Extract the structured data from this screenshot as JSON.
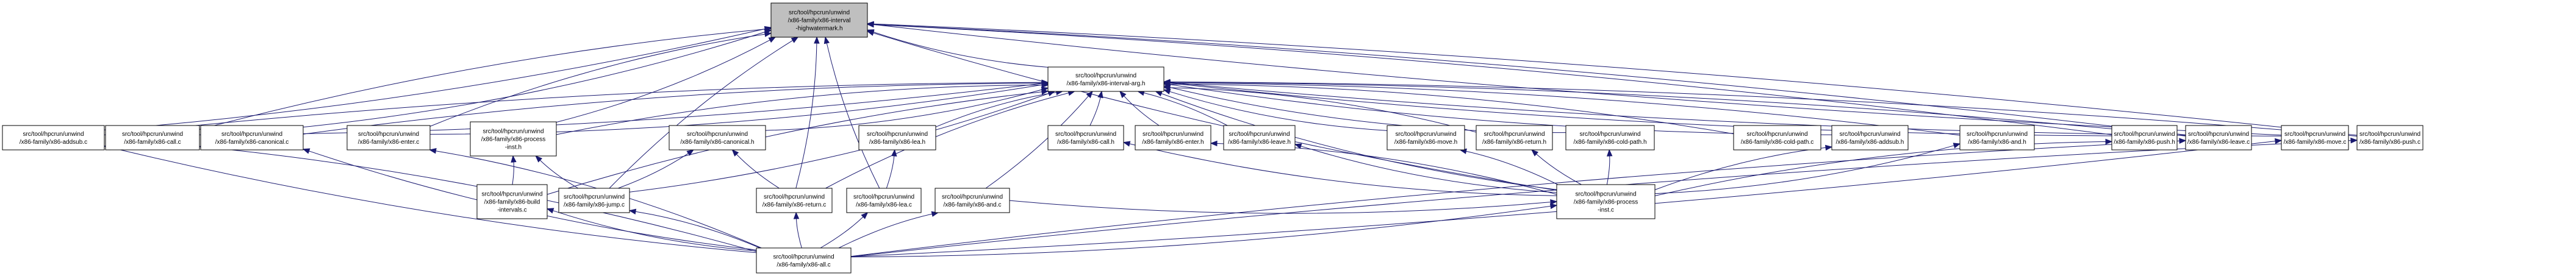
{
  "graph": {
    "title": "x86-interval-highwatermark.h include dependency graph",
    "edge_color": "#191970",
    "root_fill": "#bfbfbf",
    "node_fill": "#ffffff",
    "nodes": [
      {
        "id": "hwm_h",
        "lines": [
          "src/tool/hpcrun/unwind",
          "/x86-family/x86-interval",
          "-highwatermark.h"
        ],
        "root": true
      },
      {
        "id": "arg_h",
        "lines": [
          "src/tool/hpcrun/unwind",
          "/x86-family/x86-interval-arg.h"
        ]
      },
      {
        "id": "addsub_c",
        "lines": [
          "src/tool/hpcrun/unwind",
          "/x86-family/x86-addsub.c"
        ]
      },
      {
        "id": "call_c",
        "lines": [
          "src/tool/hpcrun/unwind",
          "/x86-family/x86-call.c"
        ]
      },
      {
        "id": "canonical_c",
        "lines": [
          "src/tool/hpcrun/unwind",
          "/x86-family/x86-canonical.c"
        ]
      },
      {
        "id": "enter_c",
        "lines": [
          "src/tool/hpcrun/unwind",
          "/x86-family/x86-enter.c"
        ]
      },
      {
        "id": "process_inst_h",
        "lines": [
          "src/tool/hpcrun/unwind",
          "/x86-family/x86-process",
          "-inst.h"
        ]
      },
      {
        "id": "canonical_h",
        "lines": [
          "src/tool/hpcrun/unwind",
          "/x86-family/x86-canonical.h"
        ]
      },
      {
        "id": "lea_h",
        "lines": [
          "src/tool/hpcrun/unwind",
          "/x86-family/x86-lea.h"
        ]
      },
      {
        "id": "call_h",
        "lines": [
          "src/tool/hpcrun/unwind",
          "/x86-family/x86-call.h"
        ]
      },
      {
        "id": "enter_h",
        "lines": [
          "src/tool/hpcrun/unwind",
          "/x86-family/x86-enter.h"
        ]
      },
      {
        "id": "leave_h",
        "lines": [
          "src/tool/hpcrun/unwind",
          "/x86-family/x86-leave.h"
        ]
      },
      {
        "id": "move_h",
        "lines": [
          "src/tool/hpcrun/unwind",
          "/x86-family/x86-move.h"
        ]
      },
      {
        "id": "return_h",
        "lines": [
          "src/tool/hpcrun/unwind",
          "/x86-family/x86-return.h"
        ]
      },
      {
        "id": "cold_path_h",
        "lines": [
          "src/tool/hpcrun/unwind",
          "/x86-family/x86-cold-path.h"
        ]
      },
      {
        "id": "cold_path_c",
        "lines": [
          "src/tool/hpcrun/unwind",
          "/x86-family/x86-cold-path.c"
        ]
      },
      {
        "id": "addsub_h",
        "lines": [
          "src/tool/hpcrun/unwind",
          "/x86-family/x86-addsub.h"
        ]
      },
      {
        "id": "and_h",
        "lines": [
          "src/tool/hpcrun/unwind",
          "/x86-family/x86-and.h"
        ]
      },
      {
        "id": "push_h",
        "lines": [
          "src/tool/hpcrun/unwind",
          "/x86-family/x86-push.h"
        ]
      },
      {
        "id": "leave_c",
        "lines": [
          "src/tool/hpcrun/unwind",
          "/x86-family/x86-leave.c"
        ]
      },
      {
        "id": "move_c",
        "lines": [
          "src/tool/hpcrun/unwind",
          "/x86-family/x86-move.c"
        ]
      },
      {
        "id": "push_c",
        "lines": [
          "src/tool/hpcrun/unwind",
          "/x86-family/x86-push.c"
        ]
      },
      {
        "id": "build_intervals_c",
        "lines": [
          "src/tool/hpcrun/unwind",
          "/x86-family/x86-build",
          "-intervals.c"
        ]
      },
      {
        "id": "jump_c",
        "lines": [
          "src/tool/hpcrun/unwind",
          "/x86-family/x86-jump.c"
        ]
      },
      {
        "id": "return_c",
        "lines": [
          "src/tool/hpcrun/unwind",
          "/x86-family/x86-return.c"
        ]
      },
      {
        "id": "lea_c",
        "lines": [
          "src/tool/hpcrun/unwind",
          "/x86-family/x86-lea.c"
        ]
      },
      {
        "id": "and_c",
        "lines": [
          "src/tool/hpcrun/unwind",
          "/x86-family/x86-and.c"
        ]
      },
      {
        "id": "process_inst_c",
        "lines": [
          "src/tool/hpcrun/unwind",
          "/x86-family/x86-process",
          "-inst.c"
        ]
      },
      {
        "id": "all_c",
        "lines": [
          "src/tool/hpcrun/unwind",
          "/x86-family/x86-all.c"
        ]
      }
    ],
    "edges": [
      [
        "arg_h",
        "hwm_h"
      ],
      [
        "addsub_c",
        "hwm_h"
      ],
      [
        "call_c",
        "hwm_h"
      ],
      [
        "canonical_c",
        "hwm_h"
      ],
      [
        "enter_c",
        "hwm_h"
      ],
      [
        "process_inst_h",
        "hwm_h"
      ],
      [
        "jump_c",
        "hwm_h"
      ],
      [
        "return_c",
        "hwm_h"
      ],
      [
        "lea_c",
        "hwm_h"
      ],
      [
        "leave_c",
        "hwm_h"
      ],
      [
        "move_c",
        "hwm_h"
      ],
      [
        "push_c",
        "hwm_h"
      ],
      [
        "process_inst_c",
        "hwm_h"
      ],
      [
        "push_h",
        "hwm_h"
      ],
      [
        "addsub_c",
        "arg_h"
      ],
      [
        "call_c",
        "arg_h"
      ],
      [
        "canonical_c",
        "arg_h"
      ],
      [
        "enter_c",
        "arg_h"
      ],
      [
        "process_inst_h",
        "arg_h"
      ],
      [
        "canonical_h",
        "arg_h"
      ],
      [
        "lea_h",
        "arg_h"
      ],
      [
        "call_h",
        "arg_h"
      ],
      [
        "enter_h",
        "arg_h"
      ],
      [
        "leave_h",
        "arg_h"
      ],
      [
        "move_h",
        "arg_h"
      ],
      [
        "return_h",
        "arg_h"
      ],
      [
        "cold_path_h",
        "arg_h"
      ],
      [
        "cold_path_c",
        "arg_h"
      ],
      [
        "addsub_h",
        "arg_h"
      ],
      [
        "and_h",
        "arg_h"
      ],
      [
        "push_h",
        "arg_h"
      ],
      [
        "leave_c",
        "arg_h"
      ],
      [
        "move_c",
        "arg_h"
      ],
      [
        "push_c",
        "arg_h"
      ],
      [
        "build_intervals_c",
        "arg_h"
      ],
      [
        "jump_c",
        "arg_h"
      ],
      [
        "return_c",
        "arg_h"
      ],
      [
        "and_c",
        "arg_h"
      ],
      [
        "process_inst_c",
        "arg_h"
      ],
      [
        "build_intervals_c",
        "process_inst_h"
      ],
      [
        "jump_c",
        "process_inst_h"
      ],
      [
        "jump_c",
        "canonical_h"
      ],
      [
        "return_c",
        "canonical_h"
      ],
      [
        "lea_c",
        "lea_h"
      ],
      [
        "process_inst_c",
        "call_h"
      ],
      [
        "process_inst_c",
        "enter_h"
      ],
      [
        "process_inst_c",
        "leave_h"
      ],
      [
        "process_inst_c",
        "move_h"
      ],
      [
        "process_inst_c",
        "return_h"
      ],
      [
        "process_inst_c",
        "cold_path_h"
      ],
      [
        "process_inst_c",
        "addsub_h"
      ],
      [
        "process_inst_c",
        "and_h"
      ],
      [
        "process_inst_c",
        "push_h"
      ],
      [
        "and_c",
        "process_inst_c"
      ],
      [
        "all_c",
        "addsub_c"
      ],
      [
        "all_c",
        "call_c"
      ],
      [
        "all_c",
        "canonical_c"
      ],
      [
        "all_c",
        "enter_c"
      ],
      [
        "all_c",
        "build_intervals_c"
      ],
      [
        "all_c",
        "jump_c"
      ],
      [
        "all_c",
        "return_c"
      ],
      [
        "all_c",
        "lea_c"
      ],
      [
        "all_c",
        "and_c"
      ],
      [
        "all_c",
        "process_inst_c"
      ],
      [
        "all_c",
        "leave_c"
      ],
      [
        "all_c",
        "move_c"
      ],
      [
        "all_c",
        "push_c"
      ]
    ]
  }
}
